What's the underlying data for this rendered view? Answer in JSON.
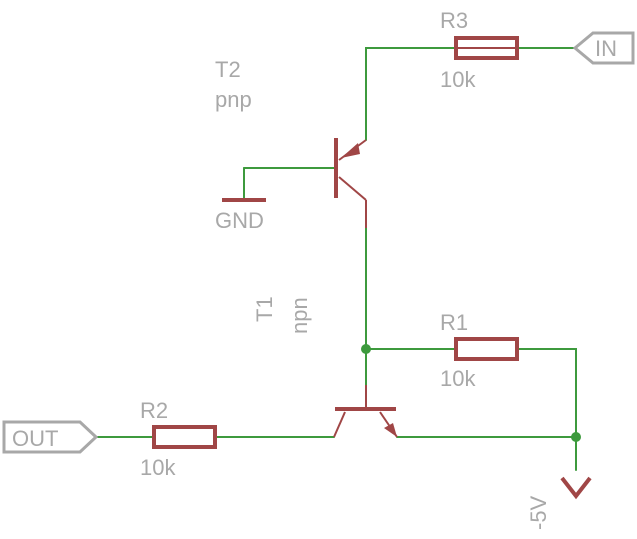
{
  "ports": {
    "in": "IN",
    "out": "OUT"
  },
  "components": {
    "r1": {
      "name": "R1",
      "value": "10k"
    },
    "r2": {
      "name": "R2",
      "value": "10k"
    },
    "r3": {
      "name": "R3",
      "value": "10k"
    },
    "t1": {
      "name": "T1",
      "type": "npn"
    },
    "t2": {
      "name": "T2",
      "type": "pnp"
    }
  },
  "power": {
    "gnd": "GND",
    "neg_supply": "-5V"
  },
  "colors": {
    "wire": "#3d9a3d",
    "part": "#a04646",
    "text": "#a8a8a8"
  }
}
